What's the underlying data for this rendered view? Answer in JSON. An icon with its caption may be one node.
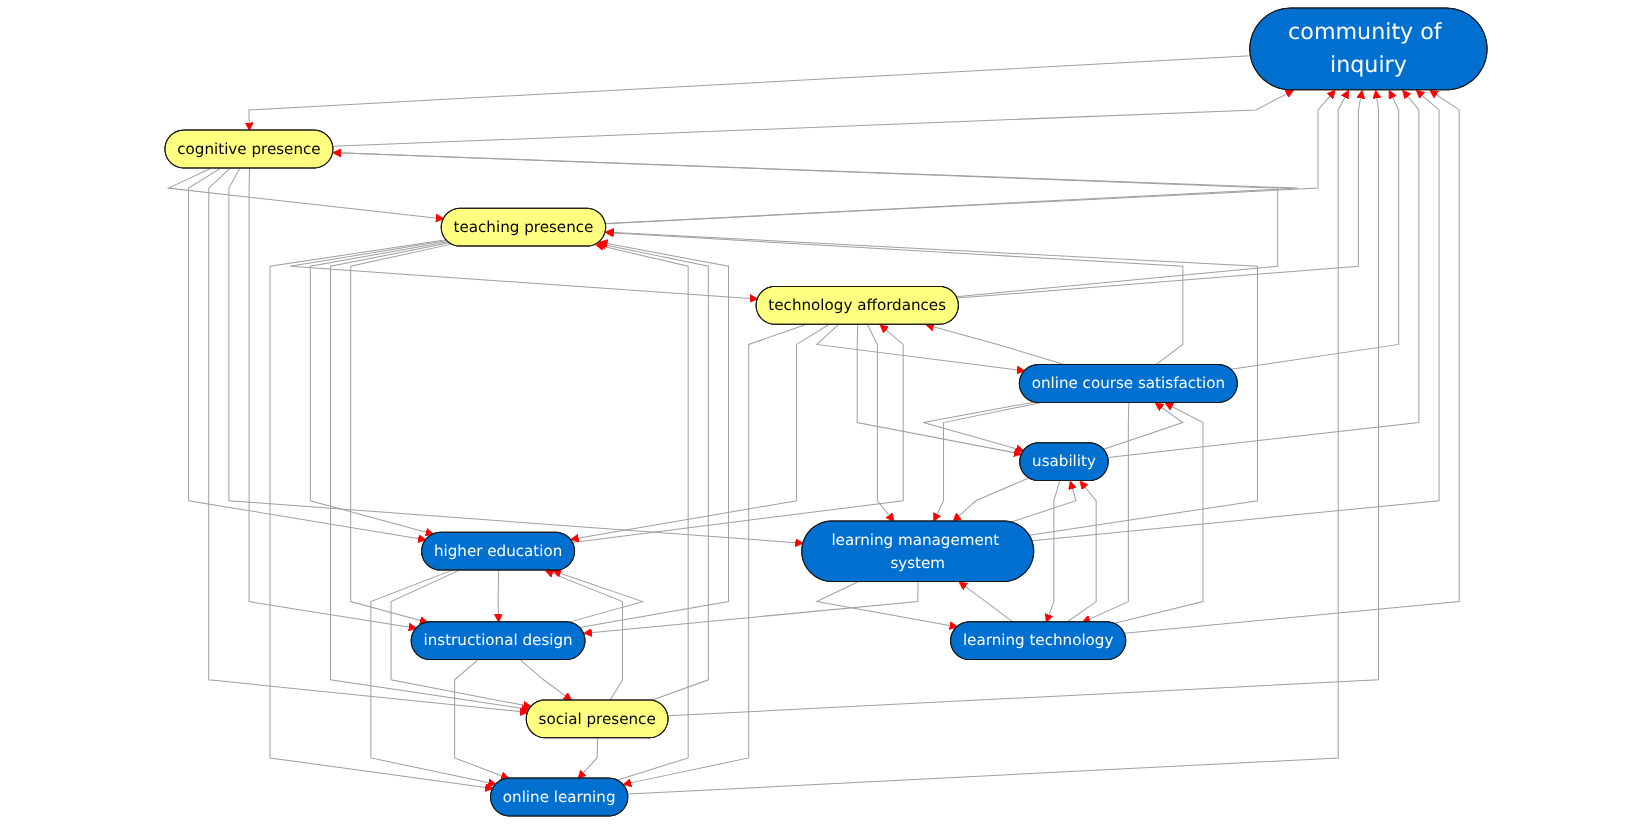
{
  "diagram": {
    "nodes": [
      {
        "text": [
          "community of inquiry"
        ]
      },
      {
        "text": [
          "online learning"
        ]
      },
      {
        "text": [
          "technology affordances"
        ]
      },
      {
        "text": [
          "teaching presence"
        ]
      },
      {
        "text": [
          "higher education"
        ]
      },
      {
        "text": [
          "online course satisfaction"
        ]
      },
      {
        "text": [
          "cognitive presence"
        ]
      },
      {
        "text": [
          "social presence"
        ]
      },
      {
        "text": [
          "usability"
        ]
      },
      {
        "text": [
          "learning management system"
        ]
      },
      {
        "text": [
          "learning technology"
        ]
      },
      {
        "text": [
          "instructional design"
        ]
      }
    ],
    "edges": [
      {
        "from": 2,
        "to": 0,
        "arrow": "to"
      },
      {
        "from": 5,
        "to": 0,
        "arrow": "to"
      },
      {
        "from": 8,
        "to": 0,
        "arrow": "to"
      },
      {
        "from": 10,
        "to": 0,
        "arrow": "to"
      },
      {
        "from": 9,
        "to": 0,
        "arrow": "to"
      },
      {
        "from": 6,
        "to": 0,
        "arrow": "to"
      },
      {
        "from": 3,
        "to": 0,
        "arrow": "to"
      },
      {
        "from": 7,
        "to": 0,
        "arrow": "to"
      },
      {
        "from": 1,
        "to": 0,
        "arrow": "to"
      },
      {
        "from": 2,
        "to": 1,
        "arrow": "to"
      },
      {
        "from": 3,
        "to": 1,
        "arrow": "to"
      },
      {
        "from": 7,
        "to": 1,
        "arrow": "to"
      },
      {
        "from": 11,
        "to": 1,
        "arrow": "to"
      },
      {
        "from": 4,
        "to": 1,
        "arrow": "to"
      },
      {
        "from": 5,
        "to": 2,
        "arrow": "to"
      },
      {
        "from": 3,
        "to": 2,
        "arrow": "to"
      },
      {
        "from": 4,
        "to": 2,
        "arrow": "to"
      },
      {
        "from": 1,
        "to": 3,
        "arrow": "to"
      },
      {
        "from": 6,
        "to": 3,
        "arrow": "to"
      },
      {
        "from": 7,
        "to": 3,
        "arrow": "to"
      },
      {
        "from": 9,
        "to": 3,
        "arrow": "to"
      },
      {
        "from": 11,
        "to": 3,
        "arrow": "to"
      },
      {
        "from": 5,
        "to": 3,
        "arrow": "to"
      },
      {
        "from": 2,
        "to": 4,
        "arrow": "to"
      },
      {
        "from": 3,
        "to": 4,
        "arrow": "to"
      },
      {
        "from": 6,
        "to": 4,
        "arrow": "to"
      },
      {
        "from": 7,
        "to": 4,
        "arrow": "to"
      },
      {
        "from": 11,
        "to": 4,
        "arrow": "to"
      },
      {
        "from": 2,
        "to": 5,
        "arrow": "to"
      },
      {
        "from": 8,
        "to": 5,
        "arrow": "to"
      },
      {
        "from": 10,
        "to": 5,
        "arrow": "to"
      },
      {
        "from": 2,
        "to": 6,
        "arrow": "to"
      },
      {
        "from": 3,
        "to": 6,
        "arrow": "to"
      },
      {
        "from": 0,
        "to": 6,
        "arrow": "to"
      },
      {
        "from": 3,
        "to": 7,
        "arrow": "to"
      },
      {
        "from": 6,
        "to": 7,
        "arrow": "to"
      },
      {
        "from": 11,
        "to": 7,
        "arrow": "to"
      },
      {
        "from": 4,
        "to": 7,
        "arrow": "to"
      },
      {
        "from": 2,
        "to": 8,
        "arrow": "to"
      },
      {
        "from": 5,
        "to": 8,
        "arrow": "to"
      },
      {
        "from": 10,
        "to": 8,
        "arrow": "to"
      },
      {
        "from": 9,
        "to": 8,
        "arrow": "to"
      },
      {
        "from": 5,
        "to": 9,
        "arrow": "to"
      },
      {
        "from": 8,
        "to": 9,
        "arrow": "to"
      },
      {
        "from": 10,
        "to": 9,
        "arrow": "to"
      },
      {
        "from": 6,
        "to": 9,
        "arrow": "to"
      },
      {
        "from": 2,
        "to": 9,
        "arrow": "to"
      },
      {
        "from": 5,
        "to": 10,
        "arrow": "to"
      },
      {
        "from": 8,
        "to": 10,
        "arrow": "to"
      },
      {
        "from": 9,
        "to": 10,
        "arrow": "to"
      },
      {
        "from": 3,
        "to": 11,
        "arrow": "to"
      },
      {
        "from": 6,
        "to": 11,
        "arrow": "to"
      },
      {
        "from": 9,
        "to": 11,
        "arrow": "to"
      },
      {
        "from": 4,
        "to": 11,
        "arrow": "to"
      }
    ]
  }
}
